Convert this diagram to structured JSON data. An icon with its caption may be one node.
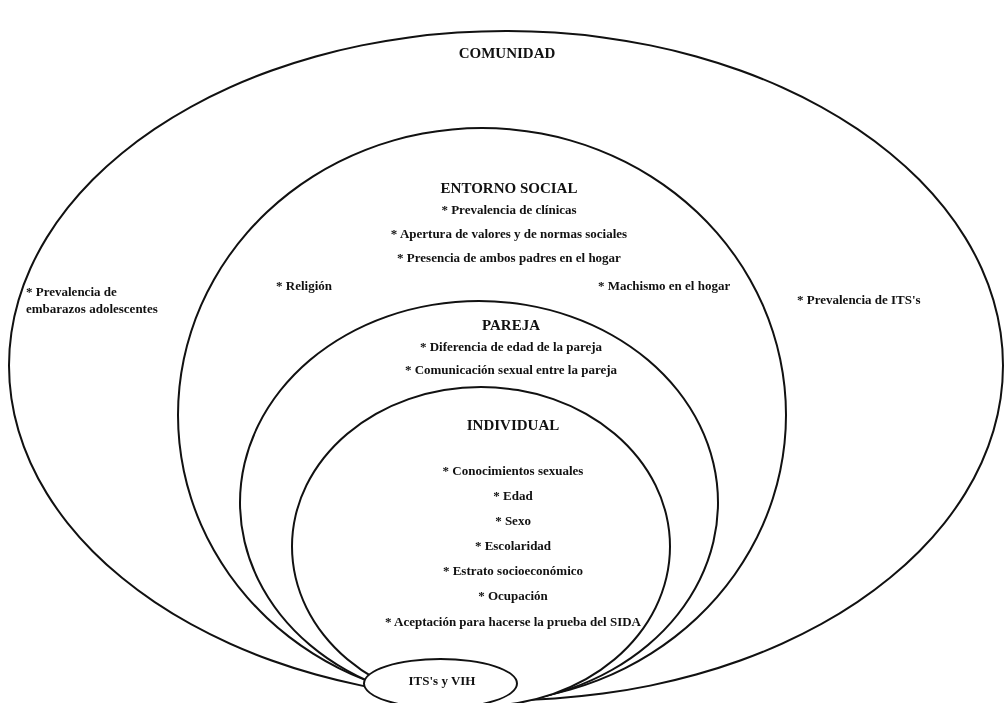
{
  "diagram": {
    "nodes": [
      {
        "text": [
          "COMUNIDAD",
          "* Prevalencia de embarazos adolescentes",
          "* Prevalencia de ITS's"
        ]
      },
      {
        "text": [
          "ENTORNO SOCIAL",
          "* Prevalencia de clínicas",
          "* Apertura de valores y de normas sociales",
          "* Presencia de ambos padres en el hogar",
          "* Religión",
          "* Machismo en el hogar"
        ],
        "in": 0
      },
      {
        "text": [
          "PAREJA",
          "* Diferencia de edad de la pareja",
          "* Comunicación sexual entre la pareja"
        ],
        "in": 1
      },
      {
        "text": [
          "INDIVIDUAL",
          "* Conocimientos sexuales",
          "* Edad",
          "* Sexo",
          "* Escolaridad",
          "* Estrato socioeconómico",
          "* Ocupación",
          "* Aceptación para hacerse la prueba del SIDA"
        ],
        "in": 2
      },
      {
        "text": [
          "ITS's y VIH"
        ],
        "in": 3
      }
    ]
  }
}
